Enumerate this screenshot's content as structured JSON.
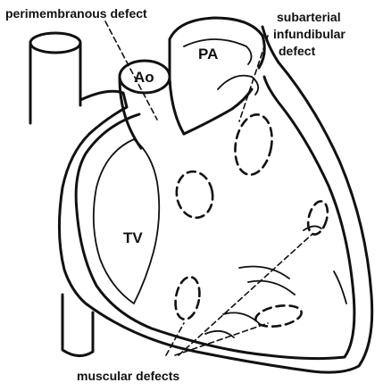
{
  "diagram": {
    "labels": {
      "perimembranous": "perimembranous defect",
      "subarterial_line1": "subarterial",
      "subarterial_line2": "infundibular",
      "subarterial_line3": "defect",
      "aorta": "Ao",
      "pulmonary_artery": "PA",
      "tricuspid_valve": "TV",
      "muscular": "muscular defects"
    },
    "colors": {
      "ink": "#111111",
      "background": "#ffffff"
    }
  }
}
